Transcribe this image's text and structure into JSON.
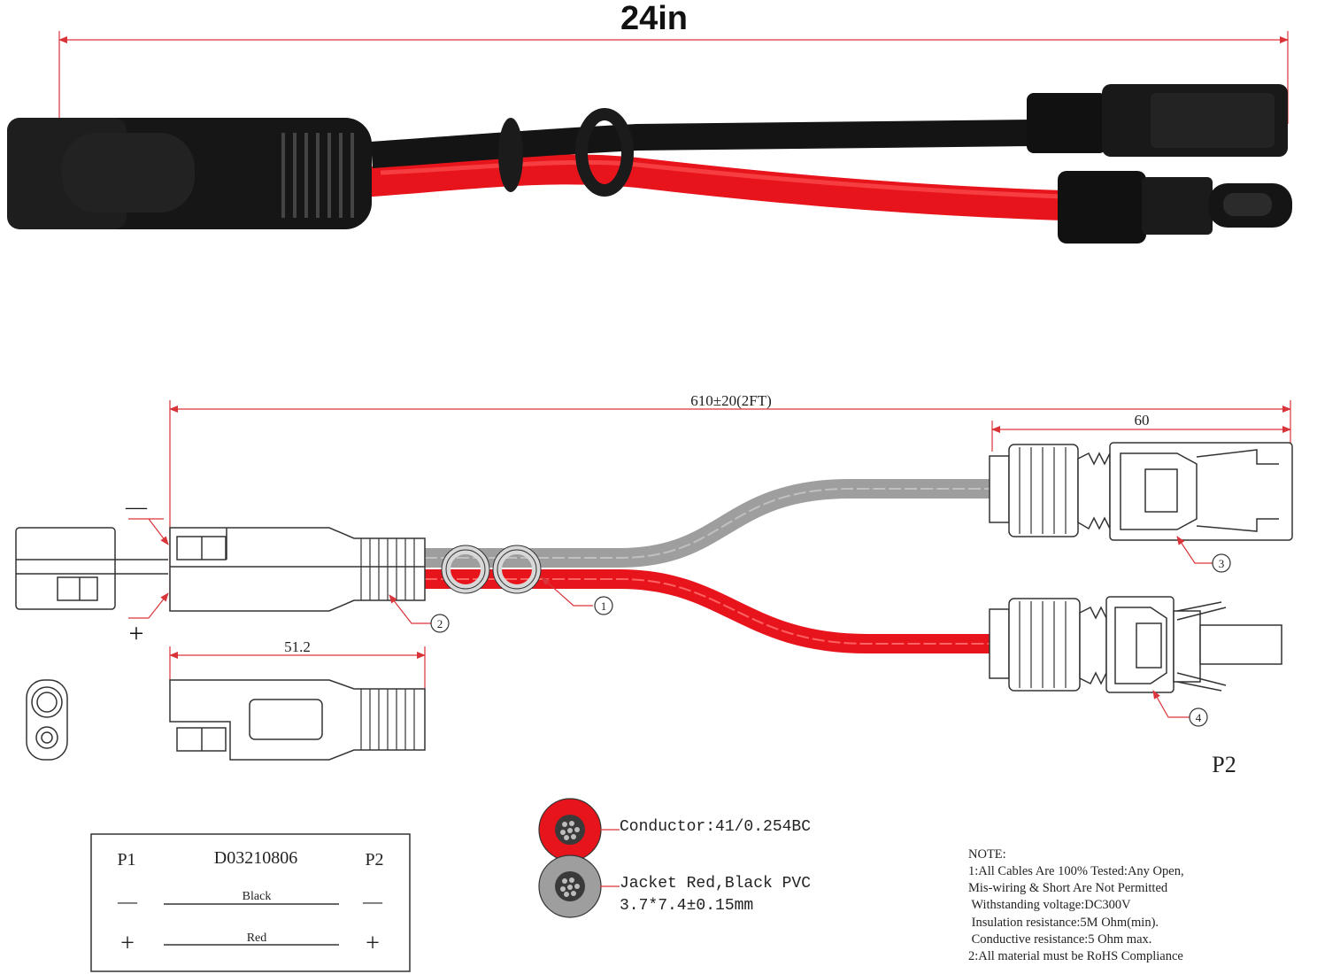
{
  "photo": {
    "length_label": "24in"
  },
  "drawing": {
    "total_length": "610±20(2FT)",
    "mc4_length": "60",
    "sae_length": "51.2",
    "minus_sign": "—",
    "plus_sign": "+",
    "p2_label": "P2",
    "callouts": [
      "1",
      "2",
      "3",
      "4"
    ]
  },
  "wiring_table": {
    "part_number": "D03210806",
    "p1": "P1",
    "p2": "P2",
    "rows": [
      {
        "wire": "Black",
        "p1": "—",
        "p2": "—"
      },
      {
        "wire": "Red",
        "p1": "+",
        "p2": "+"
      }
    ]
  },
  "cable_spec": {
    "conductor": "Conductor:41/0.254BC",
    "jacket": "Jacket Red,Black PVC",
    "size": "3.7*7.4±0.15mm"
  },
  "notes": {
    "title": "NOTE:",
    "lines": [
      "1:All Cables Are 100% Tested:Any Open,",
      "Mis-wiring & Short Are Not Permitted",
      " Withstanding voltage:DC300V",
      " Insulation resistance:5M Ohm(min).",
      " Conductive resistance:5 Ohm max.",
      "2:All material must be RoHS Compliance"
    ]
  },
  "colors": {
    "dimension_red": "#d9343a",
    "wire_red": "#e8141c",
    "wire_black": "#1a1a1a",
    "wire_gray": "#9e9e9e"
  }
}
